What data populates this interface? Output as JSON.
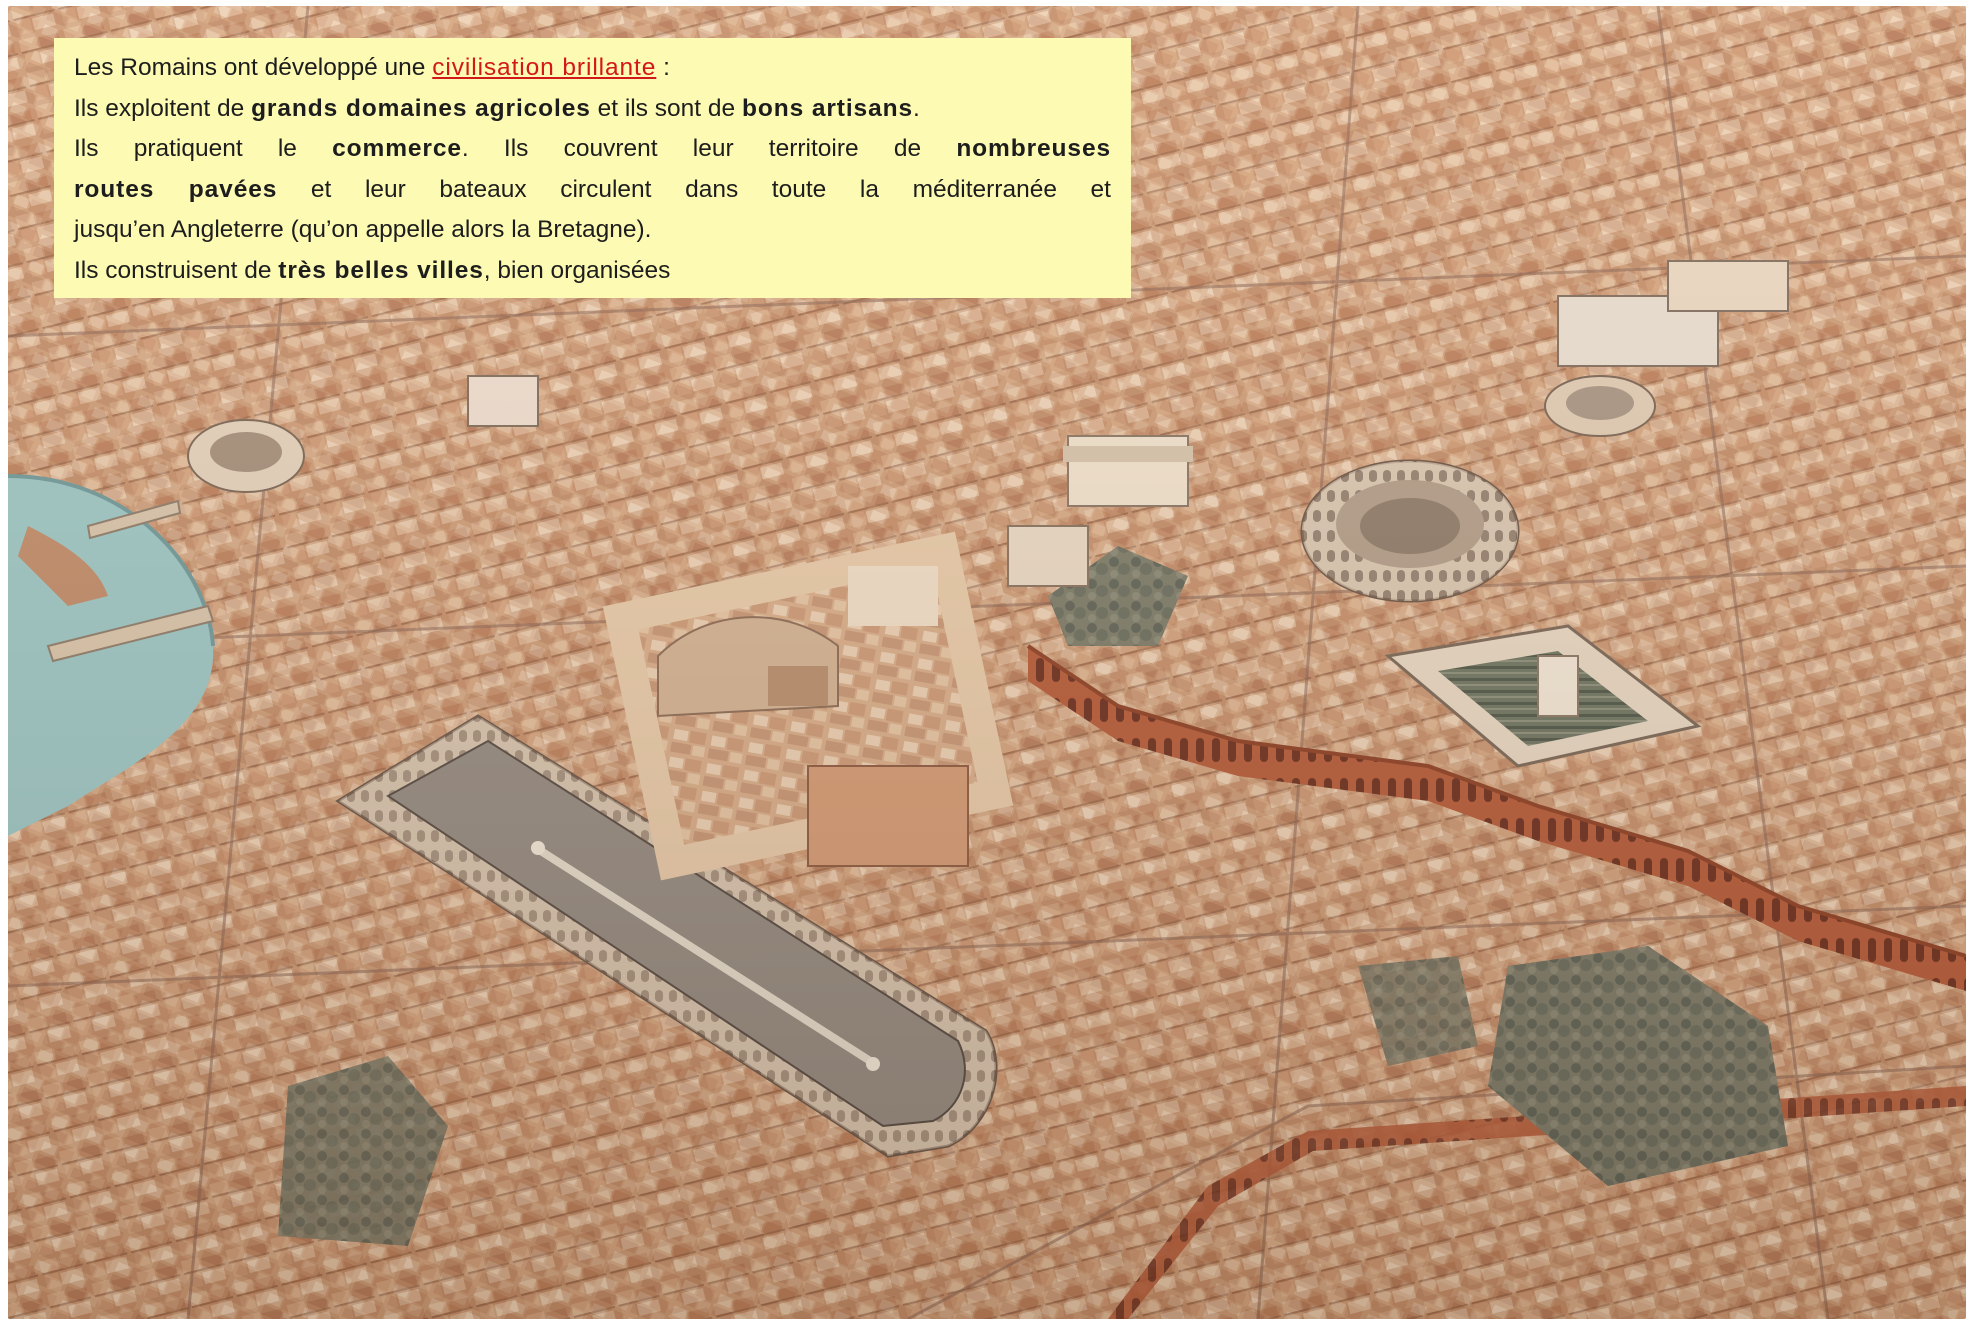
{
  "colors": {
    "caption_background": "#fdfab3",
    "caption_text": "#1d1d1d",
    "accent": "#d21818",
    "river": "#9cc5c2",
    "terracotta": "#c98e66",
    "pale_stone": "#e6ccb0",
    "aqueduct": "#b65a36"
  },
  "caption": {
    "line1_prefix": "Les Romains ont développé une",
    "line1_highlight": "civilisation brillante",
    "line1_suffix": " :",
    "line2_a": "Ils exploitent de ",
    "line2_b": "grands domaines agricoles",
    "line2_c": " et ils sont de ",
    "line2_d": "bons artisans",
    "line2_e": ".",
    "line3_a": "Ils pratiquent le ",
    "line3_b": "commerce",
    "line3_c": ". Ils couvrent leur territoire de ",
    "line3_d": "nombreuses",
    "line4_a": "routes pavées",
    "line4_b": " et leur bateaux circulent dans toute la méditerranée et",
    "line5": "jusqu’en Angleterre (qu’on appelle alors la Bretagne).",
    "line6_a": "Ils construisent de ",
    "line6_b": "très belles villes",
    "line6_c": ", bien organisées"
  },
  "photo": {
    "subject": "scale model of ancient Rome",
    "visible_features": [
      "tiber-river",
      "bridges",
      "circus-maximus",
      "palatine-palaces",
      "colosseum",
      "temple-of-venus-and-roma",
      "aqueduct",
      "ludus-magnus"
    ]
  }
}
